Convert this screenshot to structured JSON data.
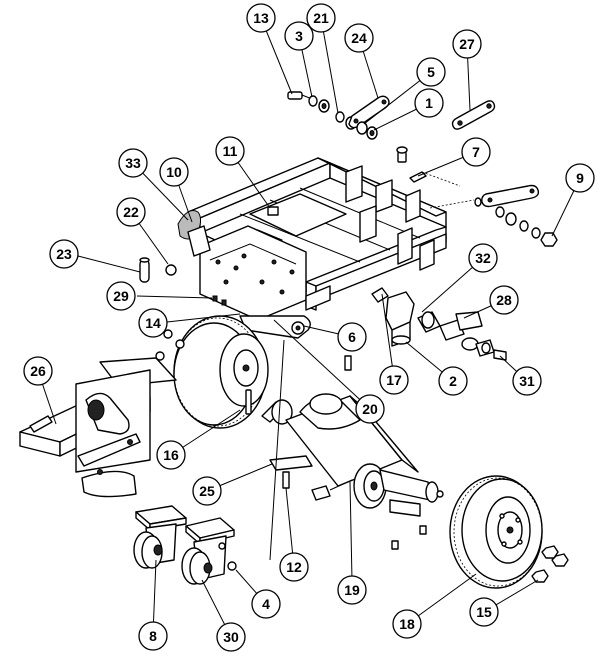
{
  "callouts": [
    {
      "id": "13",
      "label": "13"
    },
    {
      "id": "3",
      "label": "3"
    },
    {
      "id": "21",
      "label": "21"
    },
    {
      "id": "24",
      "label": "24"
    },
    {
      "id": "27",
      "label": "27"
    },
    {
      "id": "5",
      "label": "5"
    },
    {
      "id": "1",
      "label": "1"
    },
    {
      "id": "11",
      "label": "11"
    },
    {
      "id": "7",
      "label": "7"
    },
    {
      "id": "33",
      "label": "33"
    },
    {
      "id": "10",
      "label": "10"
    },
    {
      "id": "9",
      "label": "9"
    },
    {
      "id": "22",
      "label": "22"
    },
    {
      "id": "23",
      "label": "23"
    },
    {
      "id": "32",
      "label": "32"
    },
    {
      "id": "29",
      "label": "29"
    },
    {
      "id": "28",
      "label": "28"
    },
    {
      "id": "14",
      "label": "14"
    },
    {
      "id": "6",
      "label": "6"
    },
    {
      "id": "26",
      "label": "26"
    },
    {
      "id": "17",
      "label": "17"
    },
    {
      "id": "2",
      "label": "2"
    },
    {
      "id": "31",
      "label": "31"
    },
    {
      "id": "20",
      "label": "20"
    },
    {
      "id": "16",
      "label": "16"
    },
    {
      "id": "25",
      "label": "25"
    },
    {
      "id": "19",
      "label": "19"
    },
    {
      "id": "12",
      "label": "12"
    },
    {
      "id": "4",
      "label": "4"
    },
    {
      "id": "18",
      "label": "18"
    },
    {
      "id": "15",
      "label": "15"
    },
    {
      "id": "8",
      "label": "8"
    },
    {
      "id": "30",
      "label": "30"
    }
  ]
}
